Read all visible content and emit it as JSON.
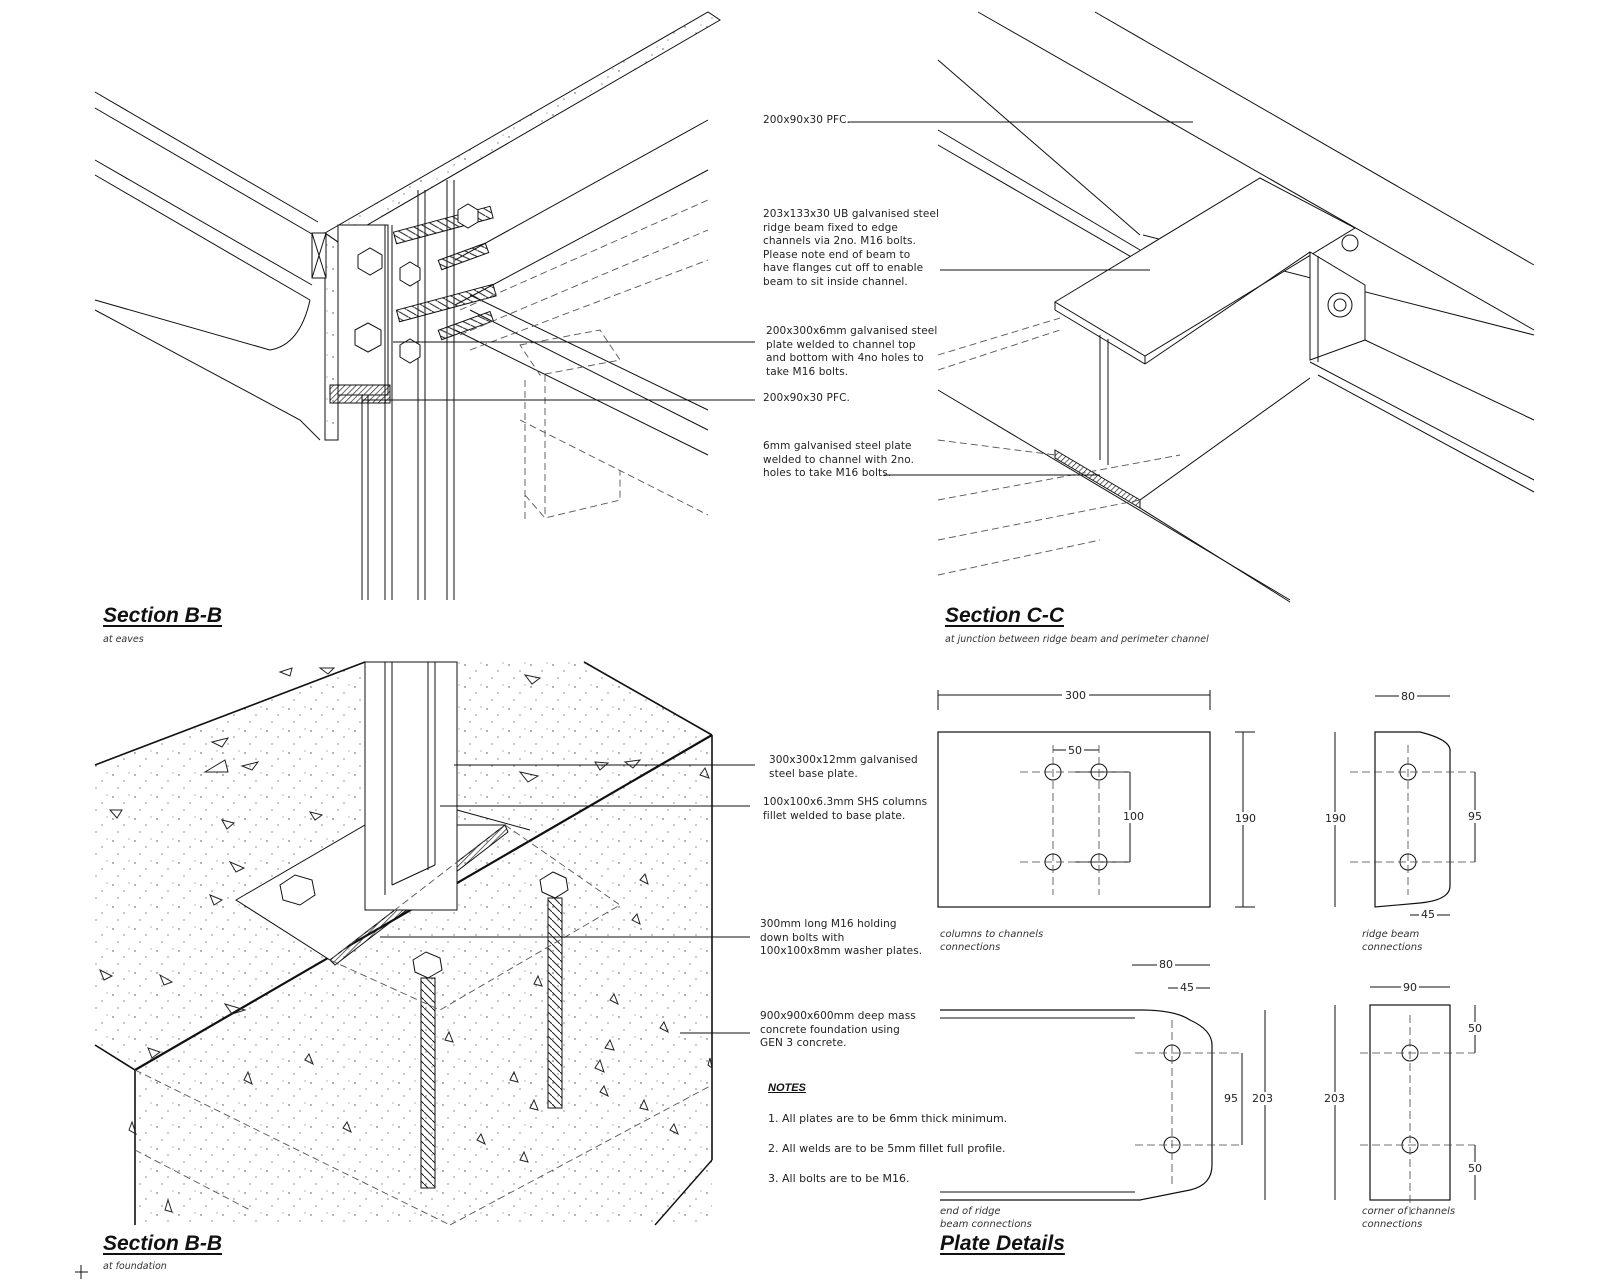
{
  "sections": {
    "bb_eaves": {
      "title": "Section B-B",
      "subtitle": "at eaves"
    },
    "cc": {
      "title": "Section C-C",
      "subtitle": "at junction between ridge beam and perimeter channel"
    },
    "bb_foundation": {
      "title": "Section B-B",
      "subtitle": "at foundation"
    },
    "plates": {
      "title": "Plate Details"
    }
  },
  "callouts": {
    "pfc_top": "200x90x30 PFC.",
    "ub_beam": "203x133x30 UB galvanised steel\nridge beam fixed to edge\nchannels via 2no. M16 bolts.\nPlease note end of beam to\nhave flanges cut off to enable\nbeam to sit inside channel.",
    "plate_200x300": "200x300x6mm galvanised steel\nplate welded to channel top\nand bottom with 4no holes to\ntake M16 bolts.",
    "pfc_eaves": "200x90x30 PFC.",
    "plate_6mm": "6mm galvanised steel plate\nwelded to channel with 2no.\nholes to take M16 bolts.",
    "base_plate": "300x300x12mm galvanised\nsteel base plate.",
    "shs_column": "100x100x6.3mm SHS columns\nfillet welded to base plate.",
    "hd_bolts": "300mm long M16 holding\ndown bolts with\n100x100x8mm washer plates.",
    "foundation": "900x900x600mm deep mass\nconcrete foundation using\nGEN 3 concrete."
  },
  "notes": {
    "heading": "NOTES",
    "items": [
      "1. All plates are to be 6mm thick minimum.",
      "2. All welds are to be 5mm fillet full profile.",
      "3. All bolts are to be M16."
    ]
  },
  "plate_details": {
    "col_channel": {
      "caption": "columns to channels\nconnections",
      "width": "300",
      "hole_spacing_x": "50",
      "hole_spacing_y": "100",
      "height": "190"
    },
    "ridge_beam": {
      "caption": "ridge beam\nconnections",
      "width": "80",
      "height": "190",
      "hole_spacing": "95",
      "bottom_width": "45"
    },
    "end_ridge": {
      "caption": "end of ridge\nbeam connections",
      "width": "80",
      "offset": "45",
      "hole_spacing": "95",
      "height": "203"
    },
    "corner": {
      "caption": "corner of channels\nconnections",
      "width": "90",
      "height": "203",
      "top_edge": "50",
      "bottom_edge": "50"
    }
  },
  "colors": {
    "line": "#111111",
    "dash": "#555555",
    "fill": "#ffffff"
  }
}
